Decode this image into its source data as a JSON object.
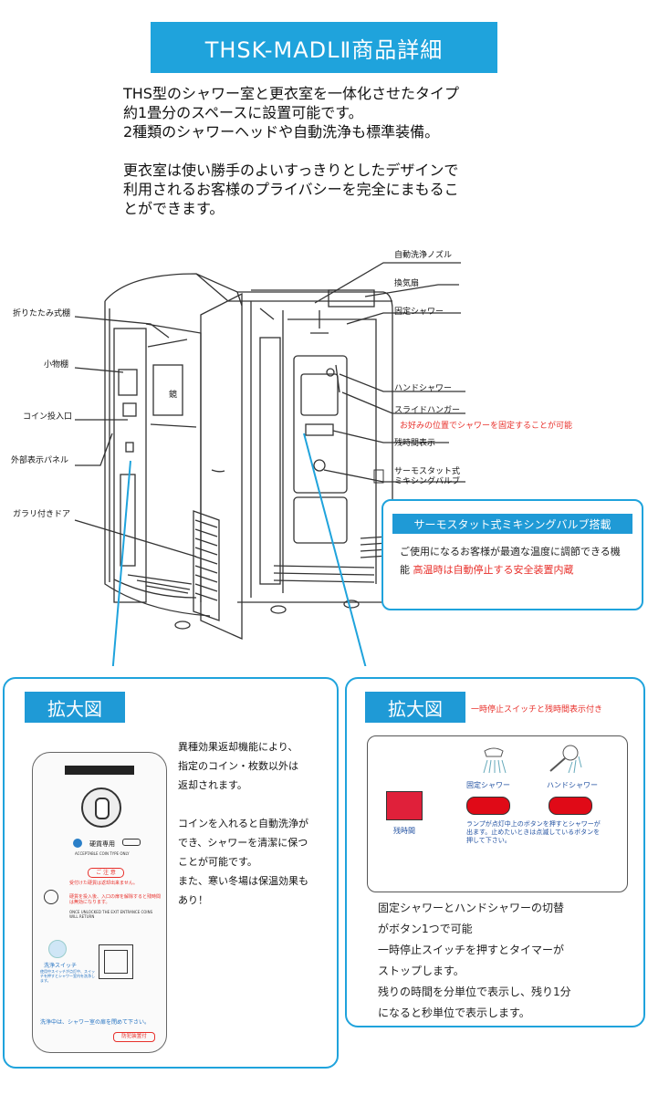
{
  "title": "THSK-MADLⅡ商品詳細",
  "intro": {
    "lines": [
      "THS型のシャワー室と更衣室を一体化させたタイプ",
      "約1畳分のスペースに設置可能です。",
      "2種類のシャワーヘッドや自動洗浄も標準装備。",
      "更衣室は使い勝手のよいすっきりとしたデザインで",
      "利用されるお客様のプライバシーを完全にまもるこ",
      "とができます。"
    ]
  },
  "diagram": {
    "labels": {
      "auto_wash_nozzle": "自動洗浄ノズル",
      "fan": "換気扇",
      "fixed_shower": "固定シャワー",
      "folding_shelf": "折りたたみ式棚",
      "small_shelf": "小物棚",
      "coin_slot": "コイン投入口",
      "outer_display_panel": "外部表示パネル",
      "louver_door": "ガラリ付きドア",
      "hand_shower": "ハンドシャワー",
      "slide_hanger": "スライドハンガー",
      "slide_hanger_note": "お好みの位置でシャワーを固定することが可能",
      "time_display": "残時間表示",
      "thermo_valve": "サーモスタット式\nミキシングバルブ",
      "mirror": "鏡"
    },
    "thermo_box": {
      "heading": "サーモスタット式ミキシングバルブ搭載",
      "text": "ご使用になるお客様が最適な温度に調節できる機能",
      "text_red": "高温時は自動停止する安全装置内蔵"
    }
  },
  "left_panel": {
    "heading": "拡大図",
    "plate": {
      "coin_label": "硬貨専用",
      "acceptable": "ACCEPTABLE COIN TYPE ONLY",
      "caution": "ご 注 意",
      "caution_line1": "受付けた硬貨は返却出来ません。",
      "caution_line2": "硬貨を投入後、入口の扉を解除すると残時間は無効になります。",
      "caution_en": "ONCE UNLOCKED THE EXIT ENTRANCE COINS WILL RETURN",
      "wash_switch": "洗浄スイッチ",
      "wash_desc": "使用中スイッチが点灯中、スイッチを押すとシャワー室内を洗浄します。",
      "wash_note": "洗浄中は、シャワー室の扉を閉めて下さい。",
      "security": "防犯装置付"
    },
    "desc": [
      "異種効果返却機能により、",
      "指定のコイン・枚数以外は",
      "返却されます。",
      "",
      "コインを入れると自動洗浄が",
      "でき、シャワーを清潔に保つ",
      "ことが可能です。",
      "また、寒い冬場は保温効果も",
      "あり！"
    ]
  },
  "right_panel": {
    "heading": "拡大図",
    "sub_note": "一時停止スイッチと残時間表示付き",
    "control": {
      "fixed_shower": "固定シャワー",
      "hand_shower": "ハンドシャワー",
      "remaining_time": "残時間",
      "instruction": "ランプが点灯中上のボタンを押すとシャワーが出ます。止めたいときは点滅しているボタンを押して下さい。"
    },
    "desc": [
      "固定シャワーとハンドシャワーの切替",
      "がボタン1つで可能",
      "一時停止スイッチを押すとタイマーが",
      "ストップします。",
      "残りの時間を分単位で表示し、残り1分",
      "になると秒単位で表示します。"
    ]
  },
  "colors": {
    "accent": "#1fa3dc",
    "heading_bg": "#1f9ad6",
    "note_red": "#e8302b",
    "button_red": "#e00a17",
    "display_red": "#e0203a"
  }
}
